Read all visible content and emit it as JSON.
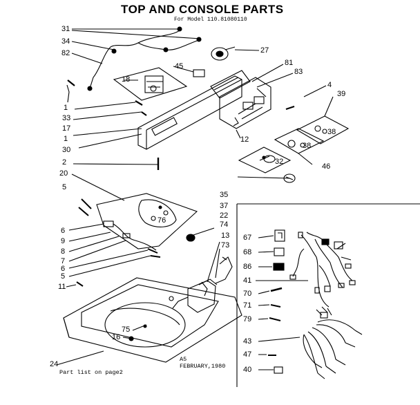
{
  "header": {
    "title": "TOP AND CONSOLE PARTS",
    "model": "For Model 110.81080110"
  },
  "footer": {
    "part_list_note": "Part list on page2",
    "sheet": "A5",
    "date": "FEBRUARY,1980"
  },
  "labels": {
    "l31": "31",
    "l34": "34",
    "l82": "82",
    "l27": "27",
    "l45": "45",
    "l18": "18",
    "l81": "81",
    "l83": "83",
    "l4": "4",
    "l39": "39",
    "l1a": "1",
    "l33": "33",
    "l17": "17",
    "l1b": "1",
    "l30": "30",
    "l12": "12",
    "l38a": "38",
    "l38b": "38",
    "l32": "32",
    "l46": "46",
    "l2": "2",
    "l20": "20",
    "l5a": "5",
    "l35": "35",
    "l37": "37",
    "l22": "22",
    "l74": "74",
    "l13": "13",
    "l73": "73",
    "l76": "76",
    "l6a": "6",
    "l9": "9",
    "l8": "8",
    "l7": "7",
    "l6b": "6",
    "l5b": "5",
    "l11": "11",
    "l75": "75",
    "l16": "16",
    "l24": "24",
    "l67": "67",
    "l68": "68",
    "l86": "86",
    "l41": "41",
    "l70": "70",
    "l71": "71",
    "l79": "79",
    "l43": "43",
    "l47": "47",
    "l40": "40"
  }
}
